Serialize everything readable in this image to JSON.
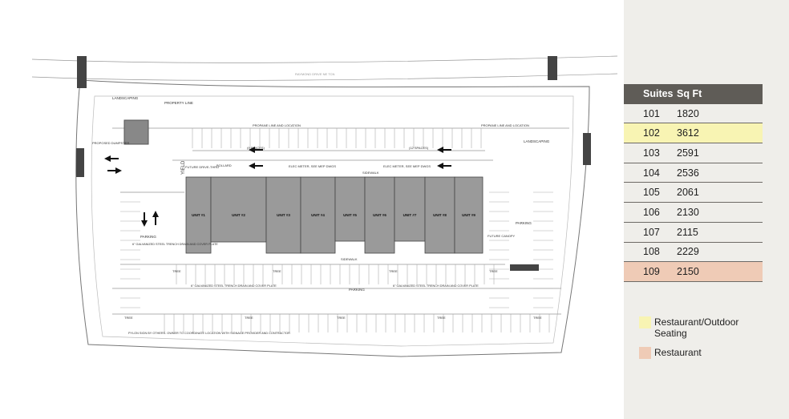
{
  "plan": {
    "road_label": "RAYMOND DRIVE NE TCN",
    "units": [
      "UNIT #1",
      "UNIT #2",
      "UNIT #3",
      "UNIT #4",
      "UNIT #5",
      "UNIT #6",
      "UNIT #7",
      "UNIT #8",
      "UNIT #9"
    ],
    "labels": {
      "property_line": "PROPERTY LINE",
      "landscaping": "LANDSCAPING",
      "dumpster": "PROPOSED DUMPSTER",
      "propane": "PROPANE LINE AND LOCATION",
      "spaces9": "(9 SPACES)",
      "spaces12": "(12 SPACES)",
      "bollard": "BOLLARD",
      "elec_meter": "ELEC METER, SEE MEP DWGS",
      "sidewalk": "SIDEWALK",
      "future_drive": "FUTURE DRIVE-THRU",
      "yield": "YIELD",
      "parking": "PARKING",
      "tree": "TREE",
      "future_canopy": "FUTURE CANOPY",
      "drain_note": "6\" GALVANIZED STEEL TRENCH DRAIN AND COVER PLATE",
      "pylon": "PYLON SIGN BY OTHERS. OWNER TO COORDINATE LOCATION WITH SIGNAGE PROVIDER AND CONTRACTOR"
    }
  },
  "table": {
    "headers": [
      "Suites",
      "Sq Ft"
    ],
    "rows": [
      {
        "suite": "101",
        "sqft": "1820",
        "color": ""
      },
      {
        "suite": "102",
        "sqft": "3612",
        "color": "#f8f4b3"
      },
      {
        "suite": "103",
        "sqft": "2591",
        "color": ""
      },
      {
        "suite": "104",
        "sqft": "2536",
        "color": ""
      },
      {
        "suite": "105",
        "sqft": "2061",
        "color": ""
      },
      {
        "suite": "106",
        "sqft": "2130",
        "color": ""
      },
      {
        "suite": "107",
        "sqft": "2115",
        "color": ""
      },
      {
        "suite": "108",
        "sqft": "2229",
        "color": ""
      },
      {
        "suite": "109",
        "sqft": "2150",
        "color": "#efcbb6"
      }
    ]
  },
  "legend": [
    {
      "label": "Restaurant/Outdoor Seating",
      "color": "#f8f4b3"
    },
    {
      "label": "Restaurant",
      "color": "#efcbb6"
    }
  ]
}
